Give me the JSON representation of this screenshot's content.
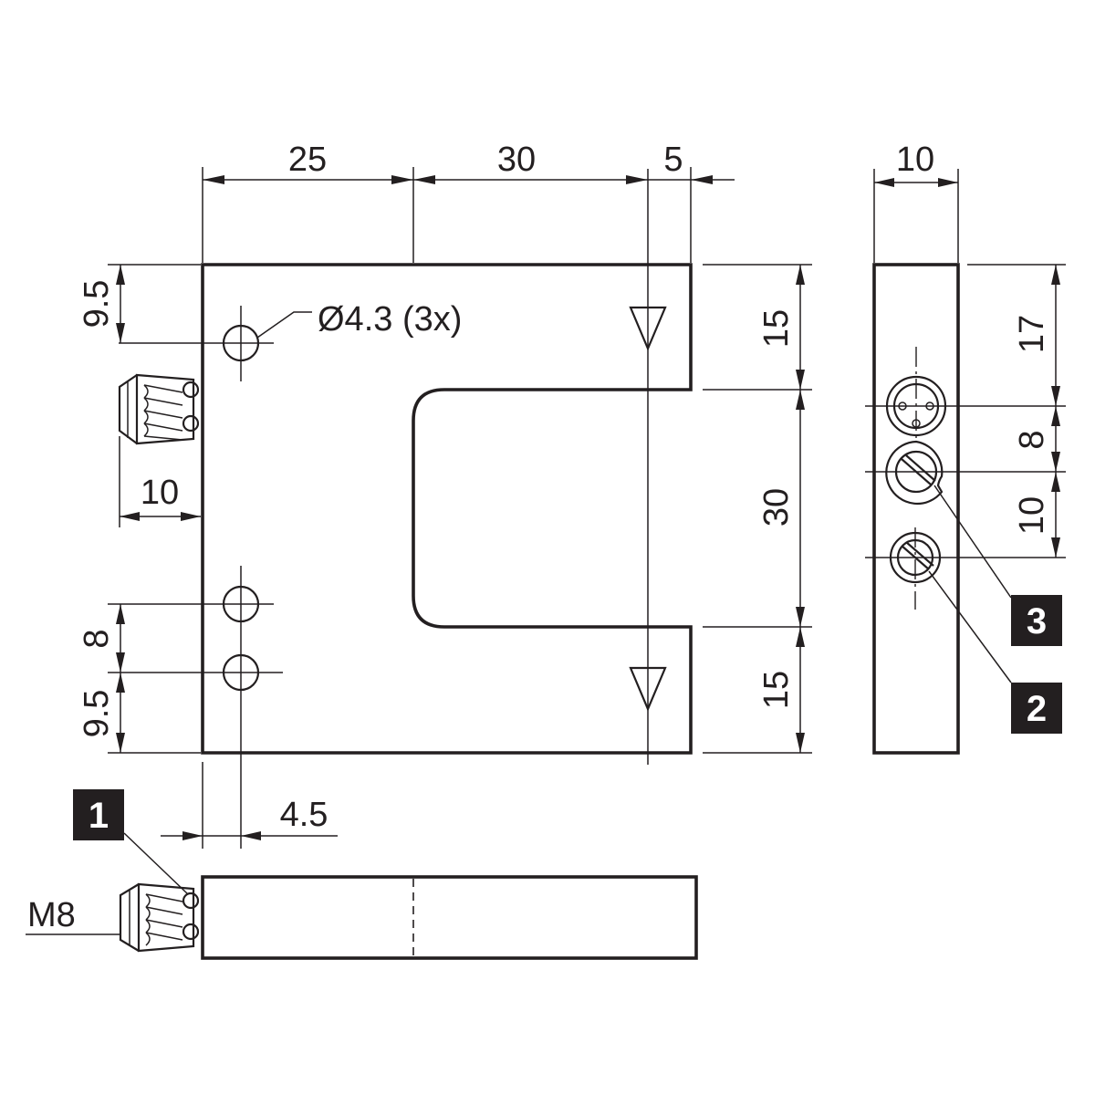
{
  "dimensions": {
    "top_width_1": "25",
    "top_width_2": "30",
    "top_width_3": "5",
    "side_width": "10",
    "left_top_offset": "9.5",
    "hole_label": "Ø4.3 (3x)",
    "right_top": "15",
    "right_slot": "30",
    "right_bottom": "15",
    "connector_depth": "10",
    "left_hole_spacing": "8",
    "left_bottom_offset": "9.5",
    "hole_edge_offset": "4.5",
    "side_top": "17",
    "side_mid": "8",
    "side_low": "10",
    "thread_label": "M8"
  },
  "callouts": {
    "c1": "1",
    "c2": "2",
    "c3": "3"
  },
  "colors": {
    "ink": "#231f20",
    "callout_fill": "#231f20",
    "callout_text": "#ffffff",
    "background": "#ffffff"
  }
}
